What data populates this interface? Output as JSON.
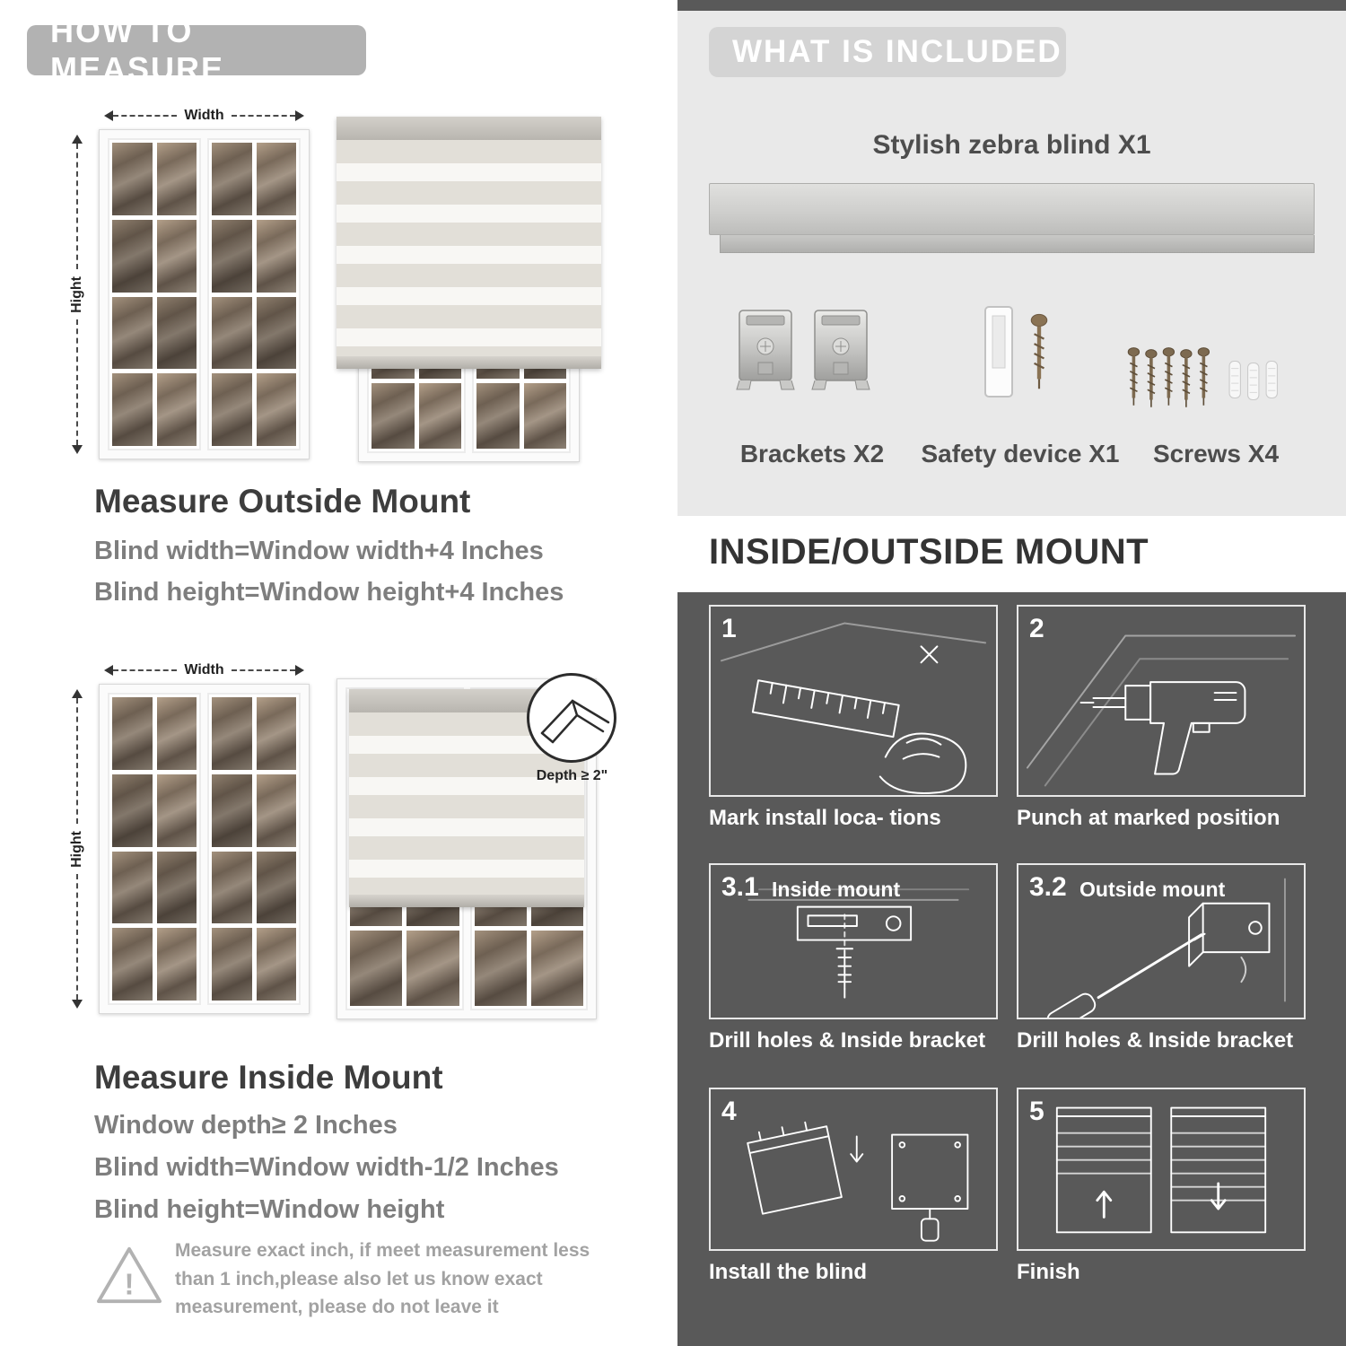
{
  "colors": {
    "dark_panel": "#595959",
    "light_panel": "#e9e9e9",
    "badge_gray": "#b2b2b2",
    "heading_dark": "#3d3d3d",
    "formula_gray": "#7e7e7e"
  },
  "left": {
    "badge": "HOW TO MEASURE",
    "outside": {
      "width_label": "Width",
      "height_label": "Hight",
      "heading": "Measure Outside Mount",
      "lines": [
        "Blind width=Window width+4 Inches",
        "Blind height=Window height+4 Inches"
      ]
    },
    "inside": {
      "width_label": "Width",
      "height_label": "Hight",
      "depth_label": "Depth ≥ 2\"",
      "heading": "Measure Inside Mount",
      "lines": [
        "Window depth≥ 2 Inches",
        "Blind width=Window width-1/2 Inches",
        "Blind height=Window height"
      ]
    },
    "warning": {
      "icon": "warning-triangle",
      "text": "Measure exact inch, if meet measurement less than 1 inch,please also let us know exact measurement, please do not leave it"
    }
  },
  "right": {
    "included": {
      "badge": "WHAT IS INCLUDED",
      "blind_label": "Stylish zebra blind X1",
      "items": [
        {
          "icon": "bracket-icon",
          "label": "Brackets X2"
        },
        {
          "icon": "safety-device-icon",
          "label": "Safety device X1"
        },
        {
          "icon": "screws-icon",
          "label": "Screws X4"
        }
      ]
    },
    "mount": {
      "heading": "INSIDE/OUTSIDE MOUNT",
      "steps": [
        {
          "num": "1",
          "inner_label": "",
          "caption": "Mark install loca- tions"
        },
        {
          "num": "2",
          "inner_label": "",
          "caption": "Punch at  marked position"
        },
        {
          "num": "3.1",
          "inner_label": "Inside mount",
          "caption": "Drill holes &  Inside bracket"
        },
        {
          "num": "3.2",
          "inner_label": "Outside mount",
          "caption": "Drill holes &  Inside bracket"
        },
        {
          "num": "4",
          "inner_label": "",
          "caption": "Install the blind"
        },
        {
          "num": "5",
          "inner_label": "",
          "caption": "Finish"
        }
      ]
    }
  }
}
